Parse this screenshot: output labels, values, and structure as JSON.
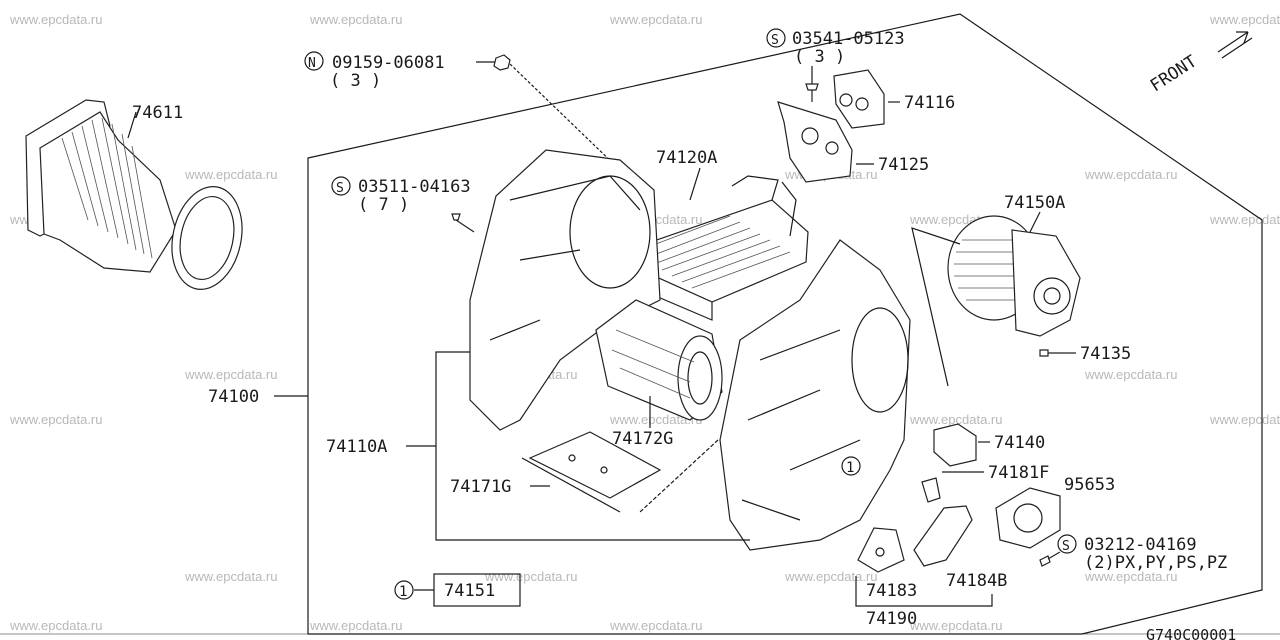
{
  "watermark": "www.epcdata.ru",
  "front_label": "FRONT",
  "diagram_code": "G740C00001",
  "parts": {
    "duct": "74611",
    "bolt_n": "09159-06081",
    "bolt_n_qty": "( 3 )",
    "bolt_n_symbol": "N",
    "screw_top": "03541-05123",
    "screw_top_qty": "( 3 )",
    "screw_symbol": "S",
    "pad": "74116",
    "bracket": "74125",
    "heater_core": "74120A",
    "screw_left": "03511-04163",
    "screw_left_qty": "( 7 )",
    "blower_motor": "74150A",
    "screw_blower": "74135",
    "heater_unit": "74100",
    "case": "74110A",
    "drum": "74172G",
    "resistor": "74140",
    "link": "74181F",
    "actuator": "95653",
    "plate": "74171G",
    "screw_act": "03212-04169",
    "screw_act_qty": "(2)PX,PY,PS,PZ",
    "ref_circle": "1",
    "ref_part": "74151",
    "lever_a": "74183",
    "lever_b": "74184B",
    "lever_group": "74190"
  }
}
